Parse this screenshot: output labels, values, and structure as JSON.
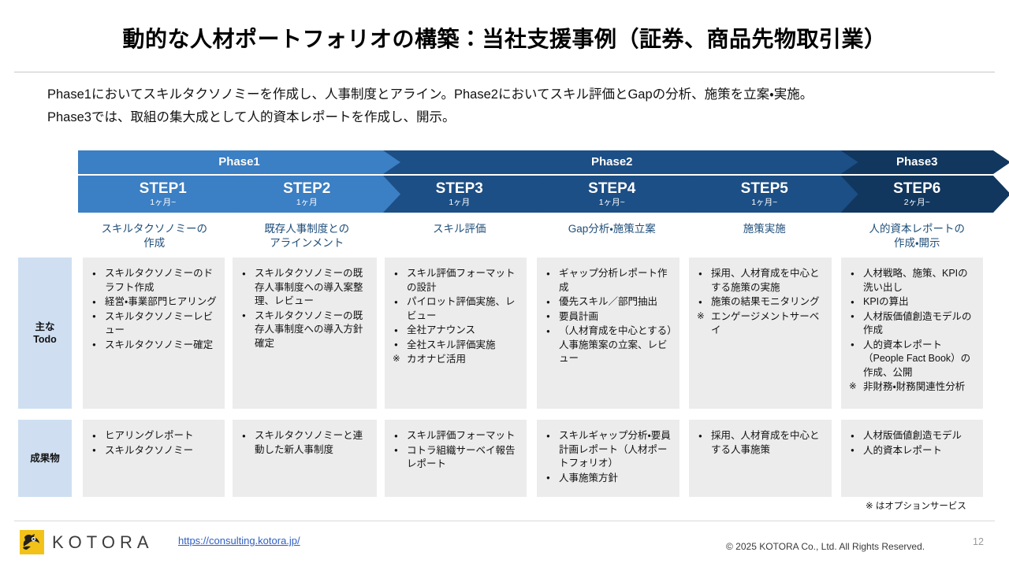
{
  "slide": {
    "title": "動的な人材ポートフォリオの構築：当社支援事例（証券、商品先物取引業）",
    "lead_line1": "Phase1においてスキルタクソノミーを作成し、人事制度とアライン。Phase2においてスキル評価とGapの分析、施策を立案・実施。",
    "lead_line2": "Phase3では、取組の集大成として人的資本レポートを作成し、開示。",
    "option_note": "※ はオプションサービス"
  },
  "phases": [
    {
      "label": "Phase1",
      "color": "#3b7fc4"
    },
    {
      "label": "Phase2",
      "color": "#1c4f86"
    },
    {
      "label": "Phase3",
      "color": "#11375f"
    }
  ],
  "steps": [
    {
      "name": "STEP1",
      "duration": "1ヶ月~",
      "title_line1": "スキルタクソノミーの",
      "title_line2": "作成",
      "color": "#3b7fc4"
    },
    {
      "name": "STEP2",
      "duration": "1ヶ月",
      "title_line1": "既存人事制度との",
      "title_line2": "アラインメント",
      "color": "#3b7fc4"
    },
    {
      "name": "STEP3",
      "duration": "1ヶ月",
      "title_line1": "スキル評価",
      "title_line2": "",
      "color": "#1c4f86"
    },
    {
      "name": "STEP4",
      "duration": "1ヶ月~",
      "title_line1": "Gap分析・施策立案",
      "title_line2": "",
      "color": "#1c4f86"
    },
    {
      "name": "STEP5",
      "duration": "1ヶ月~",
      "title_line1": "施策実施",
      "title_line2": "",
      "color": "#1c4f86"
    },
    {
      "name": "STEP6",
      "duration": "2ヶ月~",
      "title_line1": "人的資本レポートの",
      "title_line2": "作成・開示",
      "color": "#11375f"
    }
  ],
  "rows": [
    {
      "label_line1": "主な",
      "label_line2": "Todo",
      "cells": [
        [
          {
            "type": "bullet",
            "text": "スキルタクソノミーのドラフト作成"
          },
          {
            "type": "bullet",
            "text": "経営・事業部門ヒアリング"
          },
          {
            "type": "bullet",
            "text": "スキルタクソノミーレビュー"
          },
          {
            "type": "bullet",
            "text": "スキルタクソノミー確定"
          }
        ],
        [
          {
            "type": "bullet",
            "text": "スキルタクソノミーの既存人事制度への導入案整理、レビュー"
          },
          {
            "type": "bullet",
            "text": "スキルタクソノミーの既存人事制度への導入方針確定"
          }
        ],
        [
          {
            "type": "bullet",
            "text": "スキル評価フォーマットの設計"
          },
          {
            "type": "bullet",
            "text": "パイロット評価実施、レビュー"
          },
          {
            "type": "bullet",
            "text": "全社アナウンス"
          },
          {
            "type": "bullet",
            "text": "全社スキル評価実施"
          },
          {
            "type": "note",
            "text": "カオナビ活用"
          }
        ],
        [
          {
            "type": "bullet",
            "text": "ギャップ分析レポート作成"
          },
          {
            "type": "bullet",
            "text": "優先スキル／部門抽出"
          },
          {
            "type": "bullet",
            "text": "要員計画"
          },
          {
            "type": "bullet",
            "text": "（人材育成を中心とする）人事施策案の立案、レビュー"
          }
        ],
        [
          {
            "type": "bullet",
            "text": "採用、人材育成を中心とする施策の実施"
          },
          {
            "type": "bullet",
            "text": "施策の結果モニタリング"
          },
          {
            "type": "note",
            "text": "エンゲージメントサーベイ"
          }
        ],
        [
          {
            "type": "bullet",
            "text": "人材戦略、施策、KPIの洗い出し"
          },
          {
            "type": "bullet",
            "text": "KPIの算出"
          },
          {
            "type": "bullet",
            "text": "人材版価値創造モデルの作成"
          },
          {
            "type": "bullet",
            "text": "人的資本レポート（People Fact Book）の作成、公開"
          },
          {
            "type": "note",
            "text": "非財務・財務関連性分析"
          }
        ]
      ]
    },
    {
      "label_line1": "成果物",
      "label_line2": "",
      "cells": [
        [
          {
            "type": "bullet",
            "text": "ヒアリングレポート"
          },
          {
            "type": "bullet",
            "text": "スキルタクソノミー"
          }
        ],
        [
          {
            "type": "bullet",
            "text": "スキルタクソノミーと連動した新人事制度"
          }
        ],
        [
          {
            "type": "bullet",
            "text": "スキル評価フォーマット"
          },
          {
            "type": "bullet",
            "text": "コトラ組織サーベイ報告レポート"
          }
        ],
        [
          {
            "type": "bullet",
            "text": "スキルギャップ分析・要員計画レポート（人材ポートフォリオ）"
          },
          {
            "type": "bullet",
            "text": "人事施策方針"
          }
        ],
        [
          {
            "type": "bullet",
            "text": "採用、人材育成を中心とする人事施策"
          }
        ],
        [
          {
            "type": "bullet",
            "text": "人材版価値創造モデル"
          },
          {
            "type": "bullet",
            "text": "人的資本レポート"
          }
        ]
      ]
    }
  ],
  "footer": {
    "logo_text": "KOTORA",
    "link": "https://consulting.kotora.jp/",
    "copyright": "© 2025 KOTORA Co., Ltd. All Rights Reserved.",
    "page_number": "12"
  }
}
